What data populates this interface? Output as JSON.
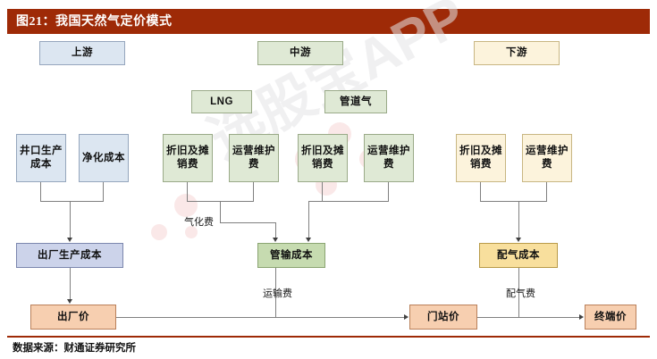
{
  "figure": {
    "title": "图21：我国天然气定价模式",
    "source": "数据来源：财通证券研究所",
    "watermark": "选股宝APP"
  },
  "colors": {
    "title_bar": "#9e2a07",
    "upstream": "#dce6f1",
    "midstream": "#dfe9d5",
    "downstream": "#fcf3dc",
    "factory_cost": "#ccd3ea",
    "pipeline_cost": "#c6dbb0",
    "distribution_cost": "#f8df9d",
    "price": "#f7cfb0"
  },
  "segments": {
    "upstream": "上游",
    "midstream": "中游",
    "downstream": "下游"
  },
  "midstream_types": {
    "lng": "LNG",
    "pipeline_gas": "管道气"
  },
  "cost_items": {
    "wellhead": "井口生产成本",
    "purification": "净化成本",
    "lng_depreciation": "折旧及摊销费",
    "lng_operation": "运营维护费",
    "pipe_depreciation": "折旧及摊销费",
    "pipe_operation": "运营维护费",
    "down_depreciation": "折旧及摊销费",
    "down_operation": "运营维护费"
  },
  "aggregate_costs": {
    "factory_production_cost": "出厂生产成本",
    "pipeline_transport_cost": "管输成本",
    "distribution_cost": "配气成本"
  },
  "edge_labels": {
    "gasification_fee": "气化费",
    "transport_fee": "运输费",
    "distribution_fee": "配气费"
  },
  "prices": {
    "ex_factory": "出厂价",
    "city_gate": "门站价",
    "terminal": "终端价"
  }
}
